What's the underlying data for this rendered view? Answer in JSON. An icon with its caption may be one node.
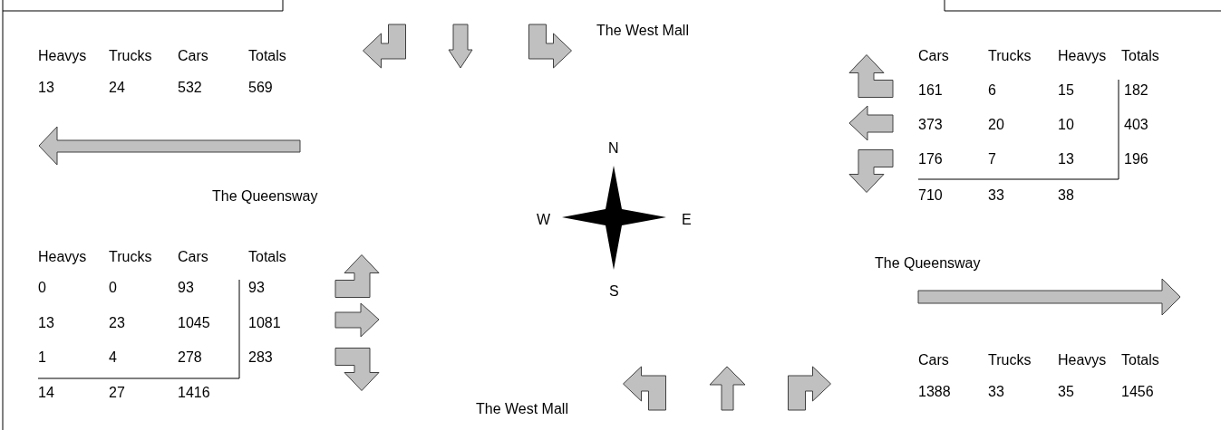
{
  "diagram": {
    "labels": [
      "The West Mall",
      "Heavys",
      "Trucks",
      "Cars",
      "Totals",
      "13",
      "24",
      "532",
      "569",
      "Cars",
      "Trucks",
      "Heavys",
      "Totals",
      "161",
      "6",
      "15",
      "182",
      "373",
      "20",
      "10",
      "403",
      "176",
      "7",
      "13",
      "196",
      "710",
      "33",
      "38",
      "N",
      "The Queensway",
      "W",
      "E",
      "Heavys",
      "Trucks",
      "Cars",
      "Totals",
      "The Queensway",
      "0",
      "0",
      "93",
      "93",
      "S",
      "13",
      "23",
      "1045",
      "1081",
      "1",
      "4",
      "278",
      "283",
      "Cars",
      "Trucks",
      "Heavys",
      "Totals",
      "14",
      "27",
      "1416",
      "1388",
      "33",
      "35",
      "1456",
      "The West Mall"
    ]
  }
}
